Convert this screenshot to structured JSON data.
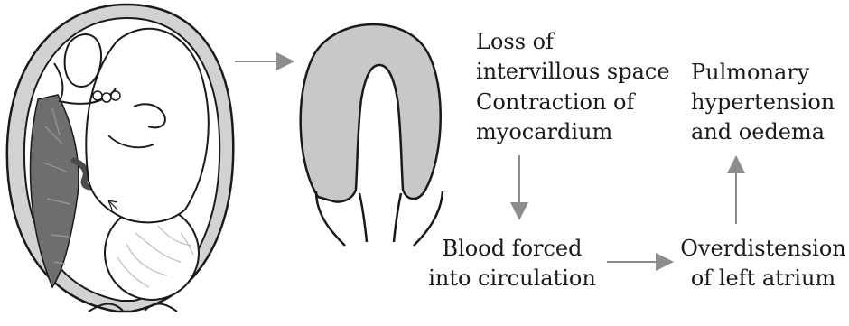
{
  "labels": {
    "loss_of_intervillous": [
      "Loss of",
      "intervillous space"
    ],
    "contraction": [
      "Contraction of",
      "myocardium"
    ],
    "pulmonary": [
      "Pulmonary",
      "hypertension",
      "and oedema"
    ],
    "blood_forced": [
      "Blood forced",
      "into circulation"
    ],
    "overdistension": [
      "Overdistension",
      "of left atrium"
    ]
  },
  "colors": {
    "line": "#1a1a1a",
    "arrow": "#8c8c8c",
    "placenta_fill": "#c8c8c8",
    "uterus_wall": "#d2d2d2",
    "placenta_dark": "#6e6e6e"
  },
  "icons": {
    "pregnant_uterus": "uterus-with-fetus-illustration",
    "contracted_uterus": "contracted-uterus-illustration"
  }
}
